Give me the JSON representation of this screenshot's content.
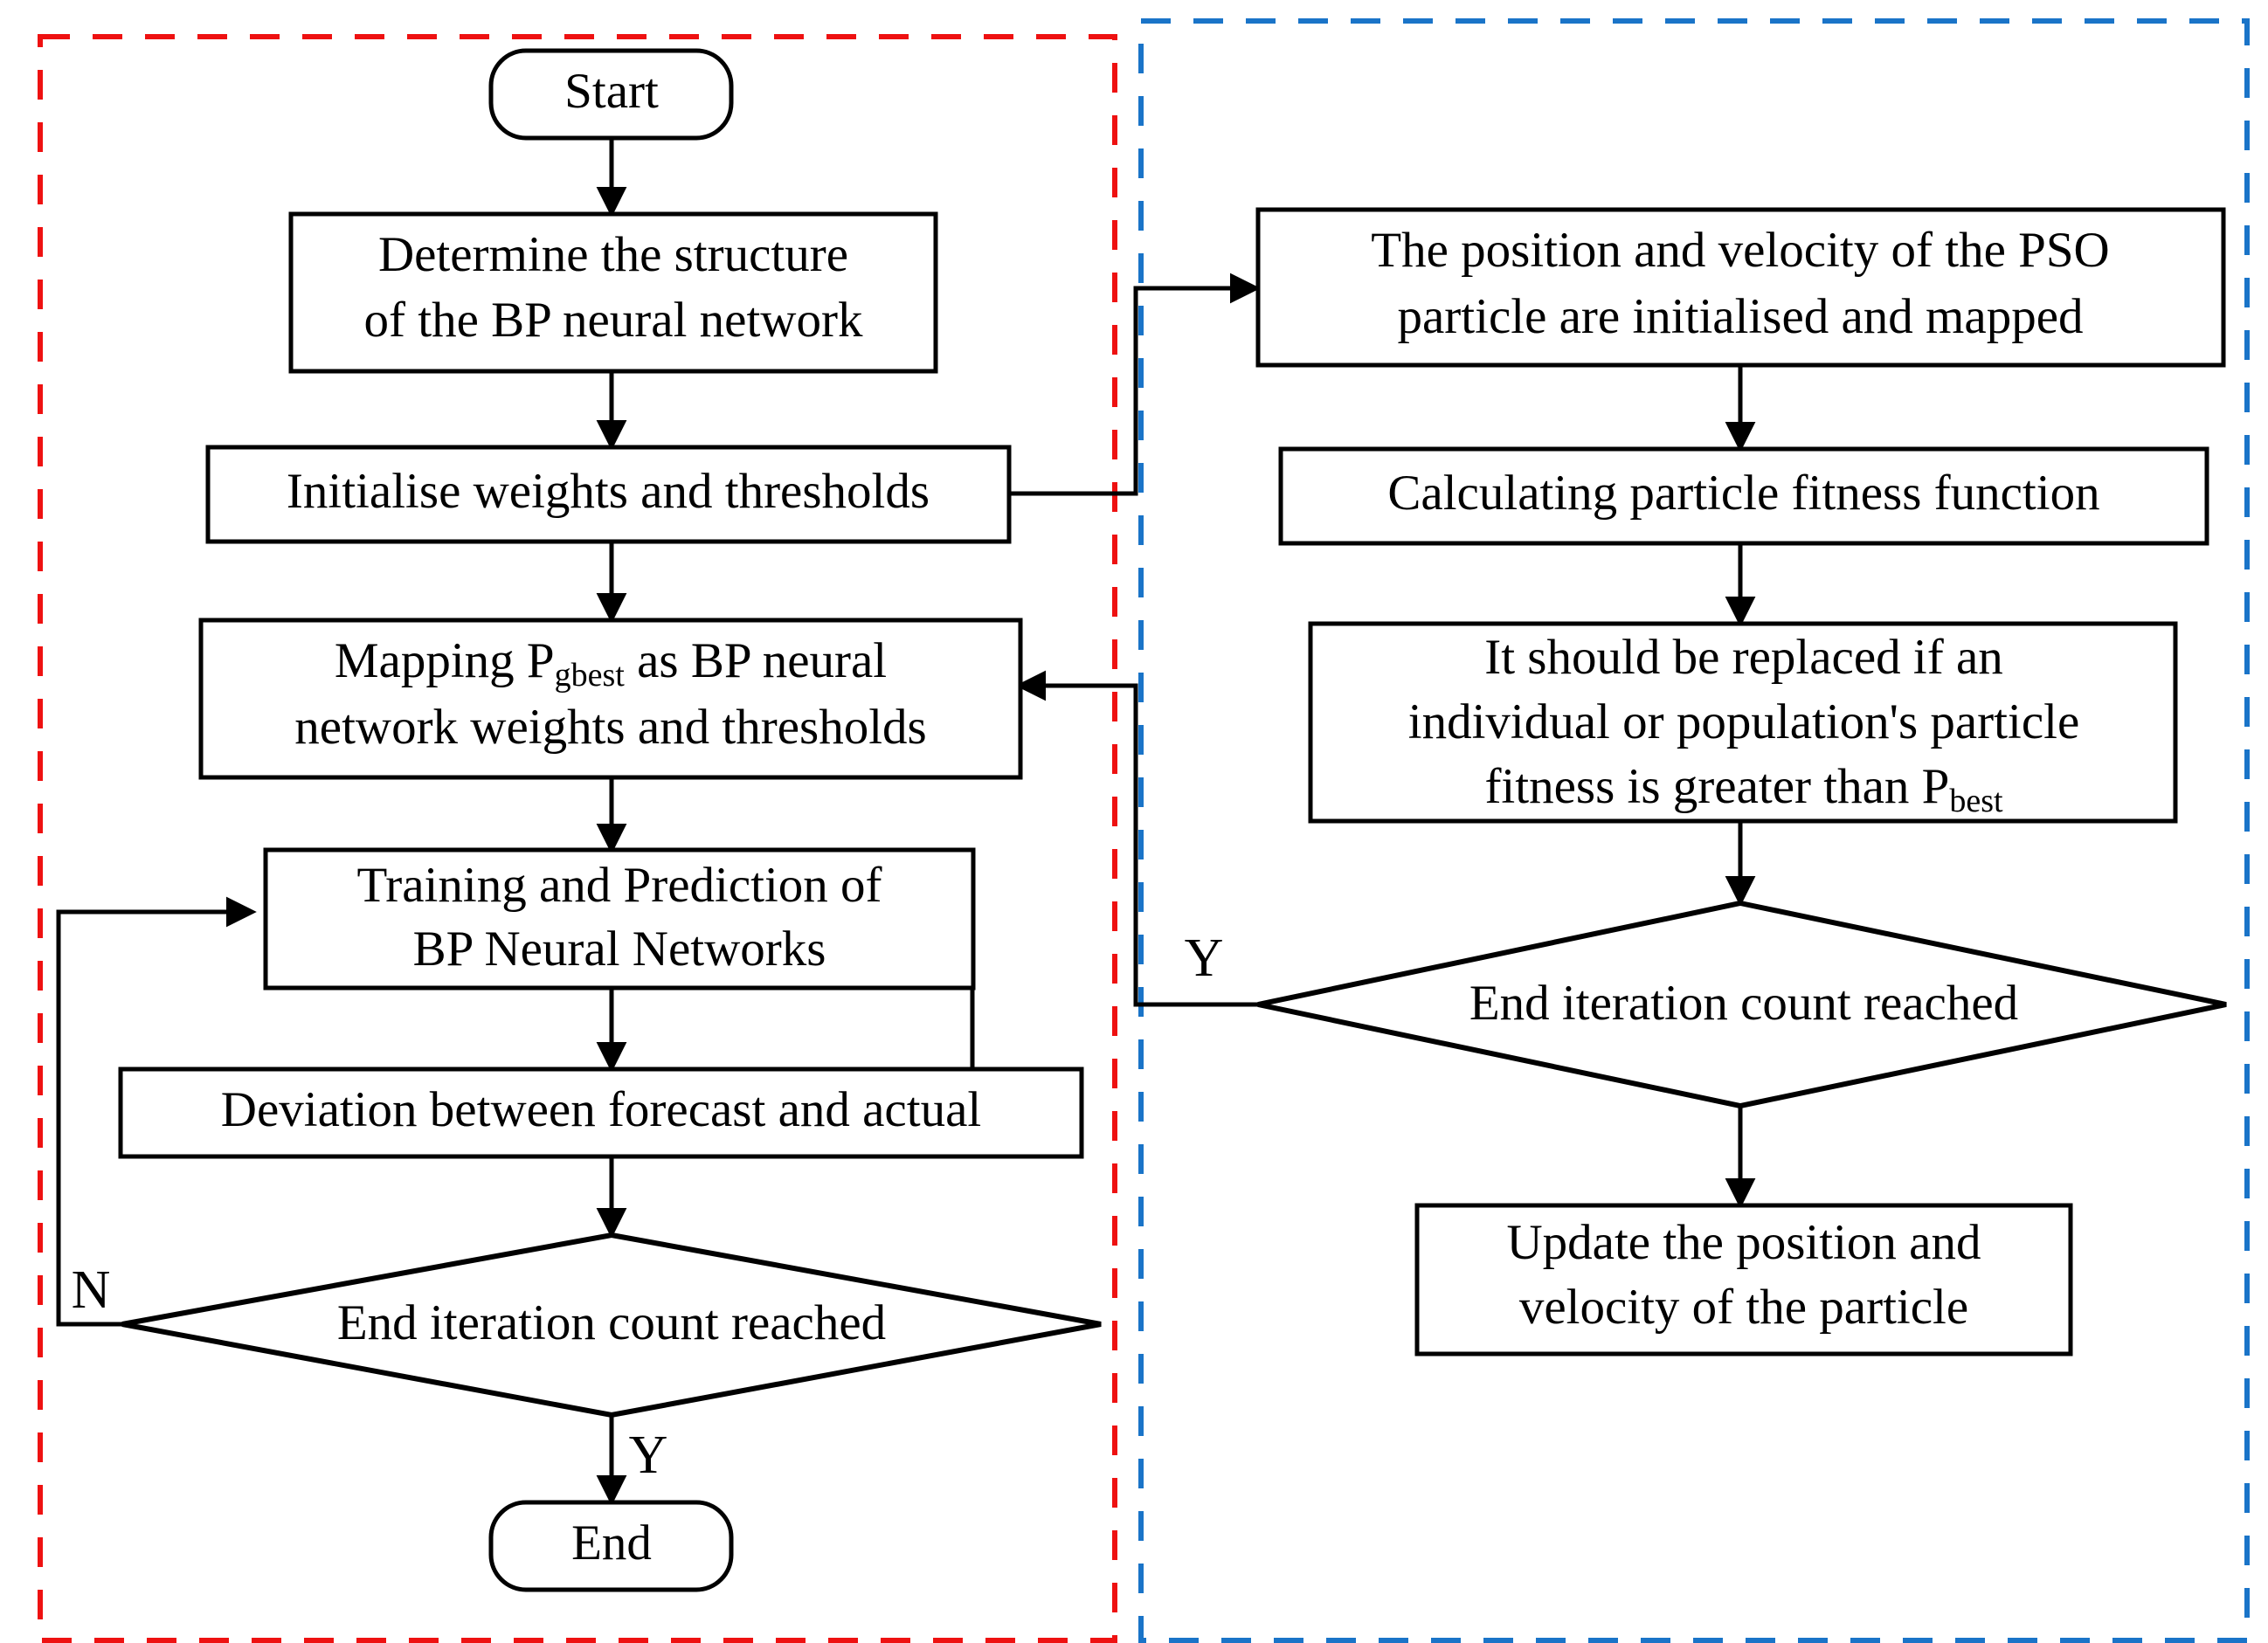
{
  "diagram": {
    "title": "PSO-BP neural network flowchart",
    "groups": [
      {
        "id": "bp-group",
        "name": "bp-neural-network-group",
        "color": "#ee1111",
        "style": "dashed"
      },
      {
        "id": "pso-group",
        "name": "pso-particle-swarm-group",
        "color": "#1a74c8",
        "style": "dashed"
      }
    ],
    "left_column": {
      "start": {
        "label": "Start",
        "shape": "terminator"
      },
      "determine_structure": {
        "line1": "Determine the structure",
        "line2": "of the BP neural network",
        "shape": "process"
      },
      "initialise": {
        "label": "Initialise weights and thresholds",
        "shape": "process"
      },
      "mapping": {
        "line1_pre": "Mapping P",
        "line1_sub": "gbest",
        "line1_post": " as BP neural",
        "line2": "network weights and thresholds",
        "shape": "process"
      },
      "training": {
        "line1": "Training and Prediction of",
        "line2": "BP Neural Networks",
        "shape": "process"
      },
      "deviation": {
        "label": "Deviation between forecast and actual",
        "shape": "process"
      },
      "decision": {
        "label": "End iteration count reached",
        "shape": "decision"
      },
      "end": {
        "label": "End",
        "shape": "terminator"
      },
      "branch_no": "N",
      "branch_yes": "Y"
    },
    "right_column": {
      "init_particles": {
        "line1": "The position and velocity of the PSO",
        "line2": "particle are initialised and mapped",
        "shape": "process"
      },
      "fitness": {
        "label": "Calculating particle fitness function",
        "shape": "process"
      },
      "replace": {
        "line1": "It should be replaced if an",
        "line2": "individual or population's particle",
        "line3_pre": "fitness is greater than P",
        "line3_sub": "best",
        "shape": "process"
      },
      "decision": {
        "label": "End iteration count reached",
        "shape": "decision"
      },
      "update": {
        "line1": "Update the position and",
        "line2": "velocity of the particle",
        "shape": "process"
      },
      "branch_yes": "Y"
    }
  }
}
